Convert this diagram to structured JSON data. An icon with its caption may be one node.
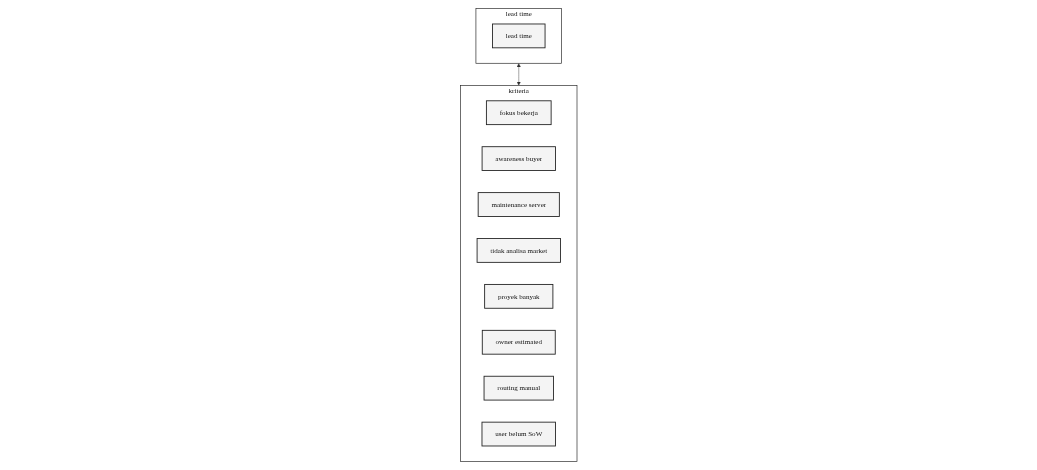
{
  "diagram": {
    "nodes": [
      {
        "text": [
          "lead time"
        ]
      },
      {
        "text": [
          "lead time"
        ],
        "in": 0
      },
      {
        "text": [
          "kriteria"
        ]
      },
      {
        "text": [
          "fokus bekerja"
        ],
        "in": 2
      },
      {
        "text": [
          "awareness buyer"
        ],
        "in": 2
      },
      {
        "text": [
          "maintenance server"
        ],
        "in": 2
      },
      {
        "text": [
          "tidak analisa market"
        ],
        "in": 2
      },
      {
        "text": [
          "proyek banyak"
        ],
        "in": 2
      },
      {
        "text": [
          "owner estimated"
        ],
        "in": 2
      },
      {
        "text": [
          "routing manual"
        ],
        "in": 2
      },
      {
        "text": [
          "user belum SoW"
        ],
        "in": 2
      }
    ],
    "edges": [
      {
        "from": 0,
        "to": 2,
        "arrow": "both"
      }
    ]
  }
}
